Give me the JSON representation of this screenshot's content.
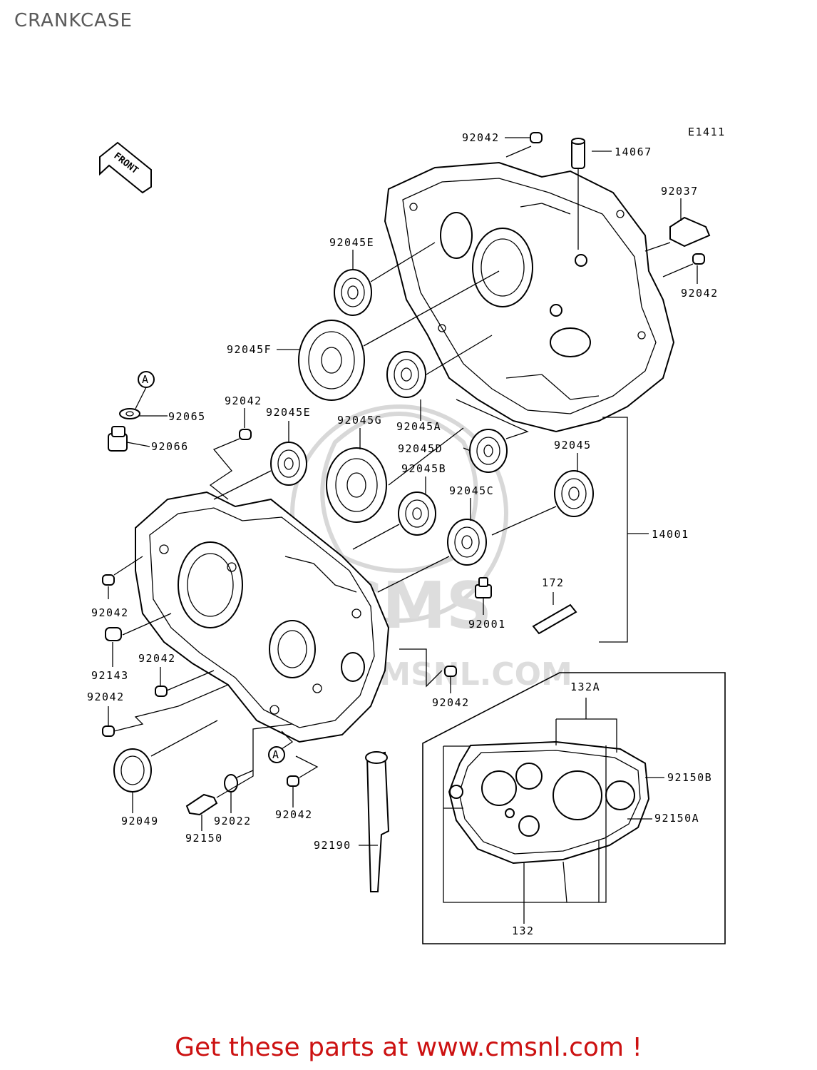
{
  "title": "CRANKCASE",
  "footer": "Get these parts at www.cmsnl.com !",
  "diagram_code": "E1411",
  "front_arrow": "FRONT",
  "watermark": {
    "text": "CMS",
    "url": "CMSNL.COM"
  },
  "labels": {
    "l92042_a": "92042",
    "l14067": "14067",
    "l92037": "92037",
    "l92042_b": "92042",
    "l92045E_a": "92045E",
    "l92045F": "92045F",
    "l92045A": "92045A",
    "lA_top": "A",
    "l92065": "92065",
    "l92042_c": "92042",
    "l92045E_b": "92045E",
    "l92045G": "92045G",
    "l92066": "92066",
    "l92045D": "92045D",
    "l92045": "92045",
    "l92045B": "92045B",
    "l92045C": "92045C",
    "l14001": "14001",
    "l92042_d": "92042",
    "l172": "172",
    "l92001": "92001",
    "l92143": "92143",
    "l92042_e": "92042",
    "l92042_f": "92042",
    "l92042_g": "92042",
    "l132A": "132A",
    "lA_bottom": "A",
    "l92150B": "92150B",
    "l92150A": "92150A",
    "l92049": "92049",
    "l92022": "92022",
    "l92042_h": "92042",
    "l92150": "92150",
    "l92190": "92190",
    "l132": "132"
  }
}
